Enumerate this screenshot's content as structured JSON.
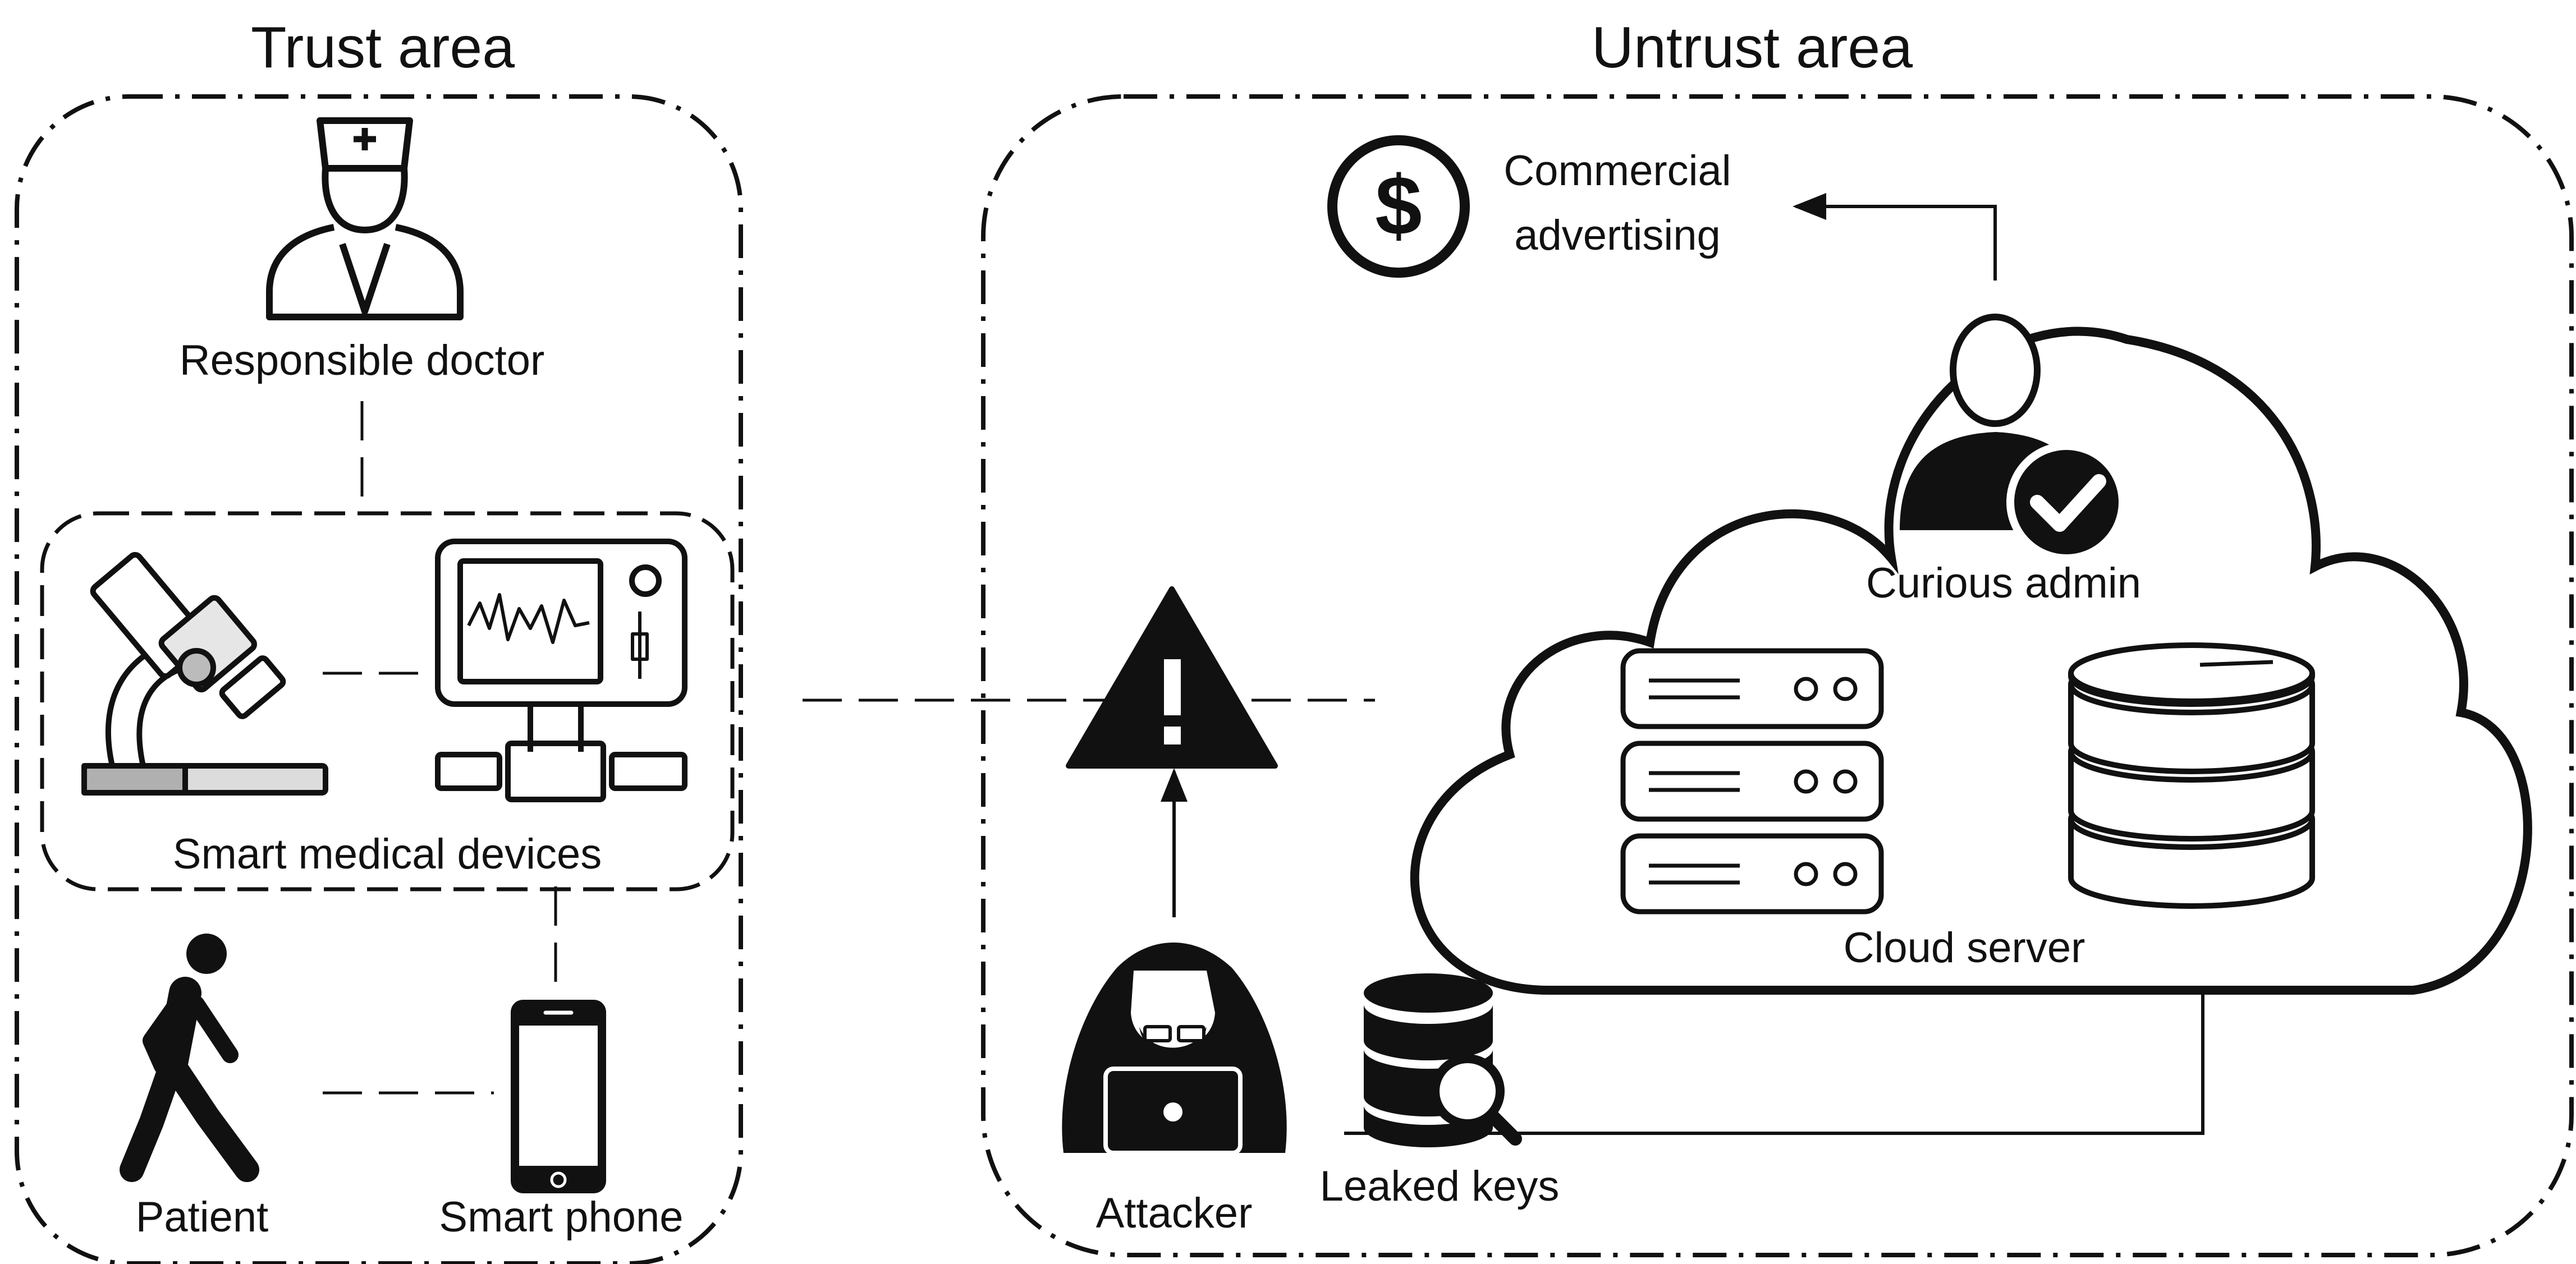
{
  "zones": {
    "trust": {
      "title": "Trust area"
    },
    "untrust": {
      "title": "Untrust area"
    }
  },
  "labels": {
    "doctor": "Responsible doctor",
    "devices": "Smart medical devices",
    "patient": "Patient",
    "phone": "Smart phone",
    "advertising_line1": "Commercial",
    "advertising_line2": "advertising",
    "admin": "Curious admin",
    "cloud": "Cloud server",
    "attacker": "Attacker",
    "keys": "Leaked keys"
  },
  "icons": {
    "doctor": "doctor-icon",
    "microscope": "microscope-icon",
    "monitor": "medical-monitor-icon",
    "patient": "walking-person-icon",
    "phone": "smartphone-icon",
    "dollar": "dollar-icon",
    "admin": "admin-check-icon",
    "server": "server-rack-icon",
    "database": "database-icon",
    "warning": "warning-icon",
    "attacker": "hacker-icon",
    "keys": "database-search-icon"
  },
  "colors": {
    "ink": "#111111",
    "background": "#ffffff"
  }
}
